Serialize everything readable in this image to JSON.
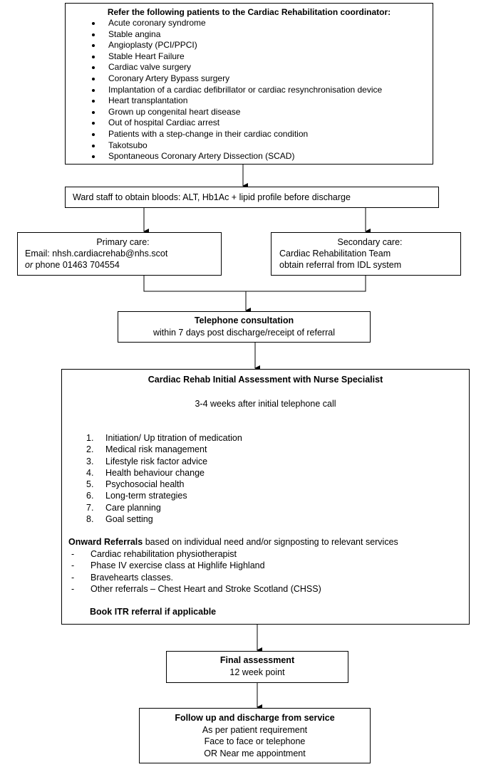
{
  "referral_box": {
    "title": "Refer the following patients to the Cardiac Rehabilitation coordinator:",
    "items": [
      "Acute coronary syndrome",
      "Stable angina",
      "Angioplasty (PCI/PPCI)",
      "Stable Heart Failure",
      "Cardiac valve surgery",
      "Coronary Artery Bypass surgery",
      "Implantation of a cardiac defibrillator or cardiac resynchronisation device",
      "Heart transplantation",
      "Grown up congenital heart disease",
      "Out of hospital Cardiac arrest",
      "Patients with a step-change in their cardiac condition",
      "Takotsubo",
      "Spontaneous Coronary Artery Dissection (SCAD)"
    ]
  },
  "bloods_box": {
    "text": "Ward staff to obtain bloods: ALT, Hb1Ac + lipid profile before discharge"
  },
  "primary_care": {
    "heading": "Primary care:",
    "email_line": "Email: nhsh.cardiacrehab@nhs.scot",
    "or_word": "or",
    "phone_text": " phone 01463 704554"
  },
  "secondary_care": {
    "heading": "Secondary care:",
    "line1": "Cardiac Rehabilitation Team",
    "line2": "obtain referral from IDL system"
  },
  "telephone_box": {
    "title": "Telephone consultation",
    "subtitle": "within 7 days post discharge/receipt of referral"
  },
  "assessment_box": {
    "title": "Cardiac Rehab Initial Assessment with Nurse Specialist",
    "timing": "3-4 weeks after initial telephone call",
    "steps": [
      {
        "num": "1.",
        "text": "Initiation/ Up titration of medication"
      },
      {
        "num": "2.",
        "text": "Medical risk management"
      },
      {
        "num": "3.",
        "text": "Lifestyle risk factor advice"
      },
      {
        "num": "4.",
        "text": "Health behaviour change"
      },
      {
        "num": "5.",
        "text": "Psychosocial health"
      },
      {
        "num": "6.",
        "text": "Long-term strategies"
      },
      {
        "num": "7.",
        "text": "Care planning"
      },
      {
        "num": "8.",
        "text": "Goal setting"
      }
    ],
    "onward_bold": "Onward Referrals",
    "onward_rest": " based on individual need and/or signposting to relevant services",
    "referrals": [
      {
        "dash": "-",
        "text": "Cardiac rehabilitation physiotherapist"
      },
      {
        "dash": "-",
        "text": "Phase IV exercise class at Highlife Highland"
      },
      {
        "dash": "-",
        "text": "Bravehearts classes."
      },
      {
        "dash": "-",
        "text": "Other referrals – Chest Heart and Stroke Scotland (CHSS)"
      }
    ],
    "itr": "Book ITR referral if applicable"
  },
  "final_box": {
    "title": "Final assessment",
    "subtitle": "12 week point"
  },
  "followup_box": {
    "title": "Follow up and discharge from service",
    "line1": "As per patient requirement",
    "line2": "Face to face or telephone",
    "line3": "OR Near me appointment"
  }
}
